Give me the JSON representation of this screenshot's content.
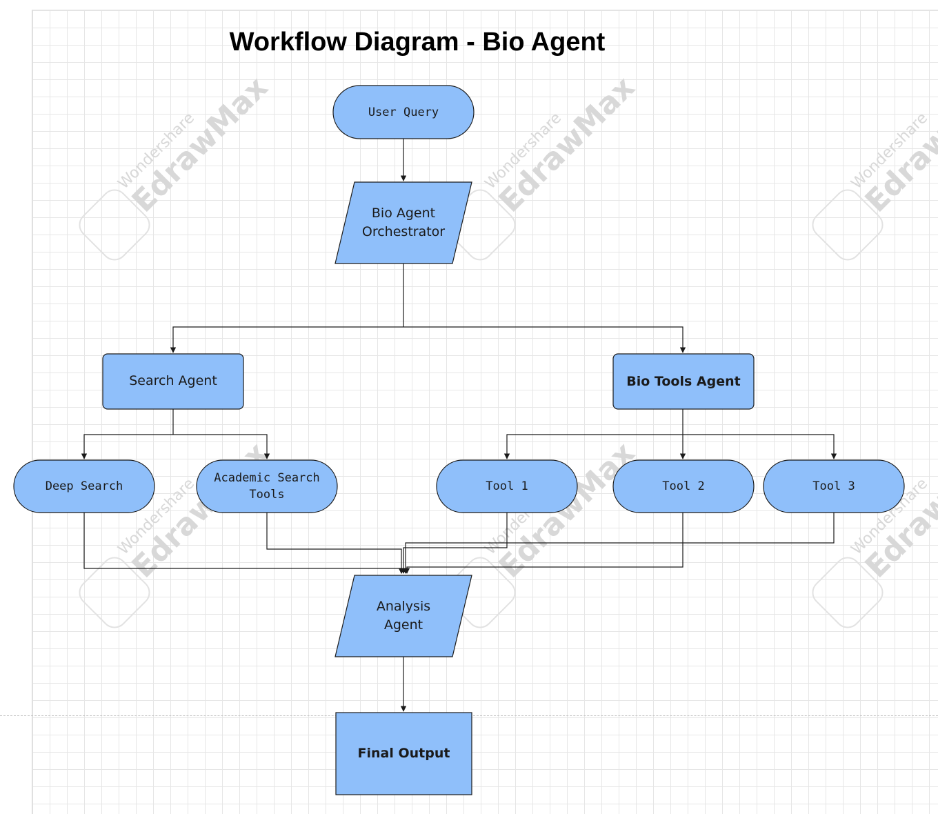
{
  "diagram": {
    "title": "Workflow Diagram - Bio Agent",
    "watermark": {
      "line1": "Wondershare",
      "line2": "EdrawMax"
    },
    "nodes": {
      "user_query": "User Query",
      "orchestrator": "Bio Agent\nOrchestrator",
      "search_agent": "Search Agent",
      "bio_tools_agent": "Bio Tools Agent",
      "deep_search": "Deep Search",
      "academic_search_tools": "Academic Search\nTools",
      "tool1": "Tool 1",
      "tool2": "Tool 2",
      "tool3": "Tool 3",
      "analysis_agent": "Analysis\nAgent",
      "final_output": "Final Output"
    },
    "colors": {
      "node_fill": "#8fbffa",
      "stroke": "#1a1a1a",
      "grid": "#e6e6e6",
      "watermark": "#d8d8d8"
    }
  }
}
